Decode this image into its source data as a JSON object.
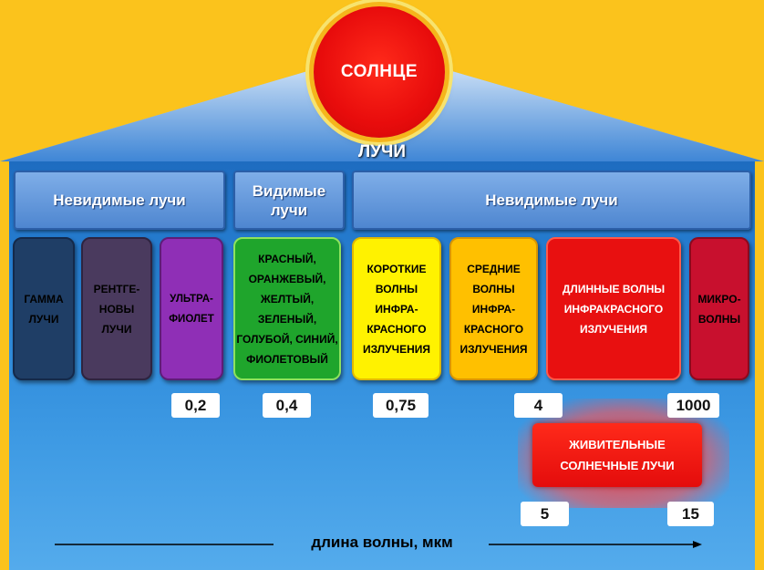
{
  "sun": {
    "label": "СОЛНЦЕ"
  },
  "rays": {
    "label": "ЛУЧИ"
  },
  "headers": [
    {
      "label": "Невидимые лучи"
    },
    {
      "label": "Видимые лучи"
    },
    {
      "label": "Невидимые лучи"
    }
  ],
  "bands": [
    {
      "label": "ГАММА ЛУЧИ",
      "color": "#1F3E66"
    },
    {
      "label": "РЕНТГЕ-НОВЫ ЛУЧИ",
      "color": "#4A3A5E"
    },
    {
      "label": "УЛЬТРА-ФИОЛЕТ",
      "color": "#8F2FB6"
    },
    {
      "label": "КРАСНЫЙ, ОРАНЖЕВЫЙ, ЖЕЛТЫЙ, ЗЕЛЕНЫЙ, ГОЛУБОЙ, СИНИЙ, ФИОЛЕТОВЫЙ",
      "color": "#1FA52C"
    },
    {
      "label": "КОРОТКИЕ ВОЛНЫ ИНФРА-КРАСНОГО ИЗЛУЧЕНИЯ",
      "color": "#FFF200"
    },
    {
      "label": "СРЕДНИЕ ВОЛНЫ ИНФРА-КРАСНОГО ИЗЛУЧЕНИЯ",
      "color": "#FFC000"
    },
    {
      "label": "ДЛИННЫЕ ВОЛНЫ ИНФРАКРАСНОГО ИЗЛУЧЕНИЯ",
      "color": "#E81010"
    },
    {
      "label": "МИКРО-ВОЛНЫ",
      "color": "#C8102E"
    }
  ],
  "wavelengths": [
    "0,2",
    "0,4",
    "0,75",
    "4",
    "1000"
  ],
  "vital": {
    "label": "ЖИВИТЕЛЬНЫЕ СОЛНЕЧНЫЕ ЛУЧИ",
    "from": "5",
    "to": "15"
  },
  "axis": {
    "label": "длина волны, мкм"
  }
}
